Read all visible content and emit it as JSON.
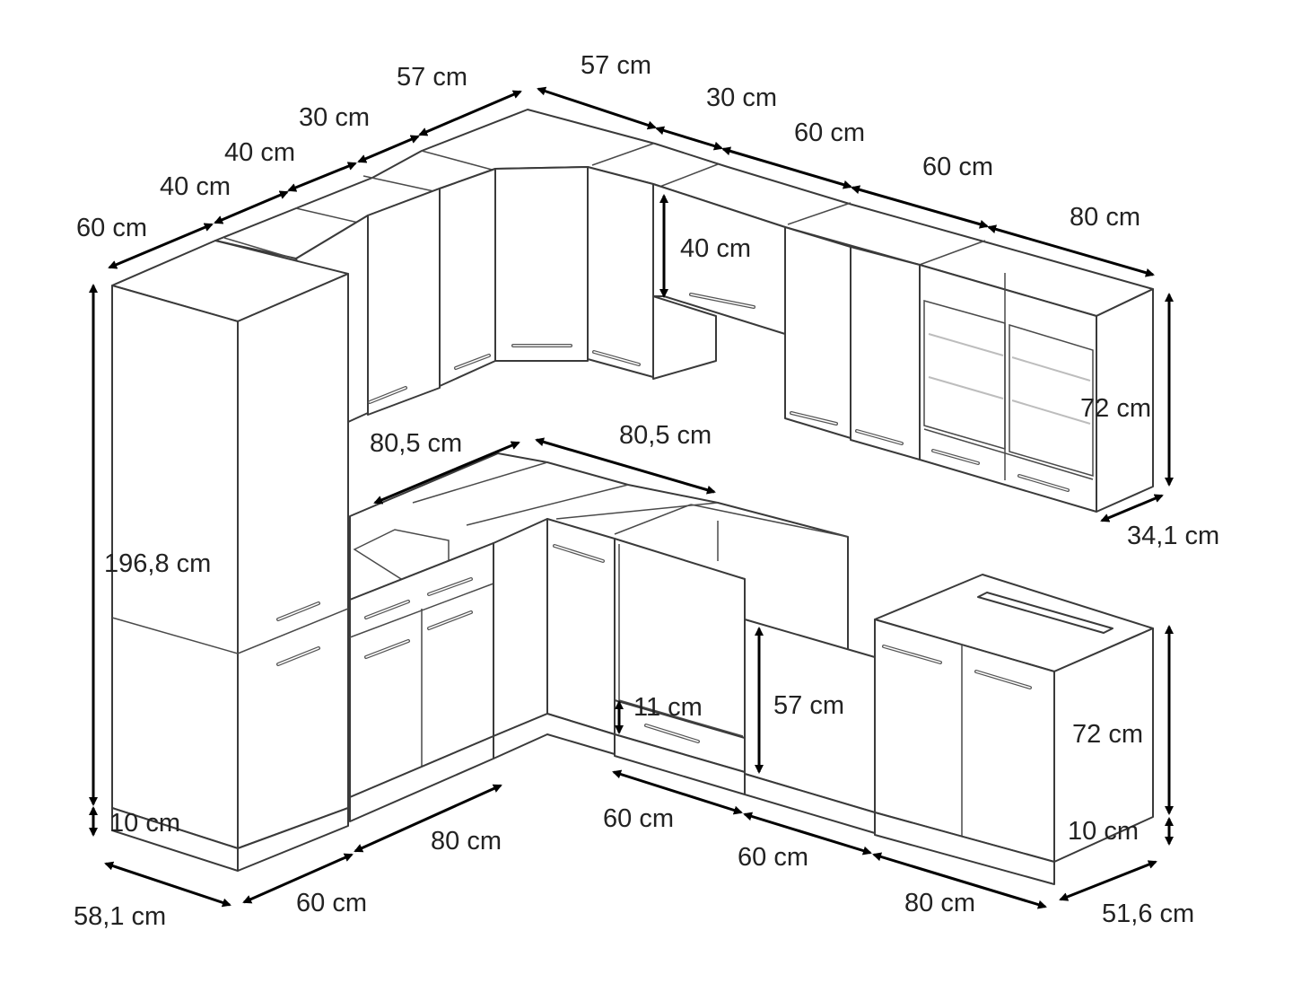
{
  "upper_row": {
    "widths_left": [
      "60 cm",
      "40 cm",
      "40 cm",
      "30 cm",
      "57 cm"
    ],
    "widths_right": [
      "57 cm",
      "30 cm",
      "60 cm",
      "60 cm",
      "80 cm"
    ],
    "hood_height": "40 cm",
    "height": "72 cm",
    "depth": "34,1 cm"
  },
  "tall_cabinet": {
    "height": "196,8 cm",
    "plinth": "10 cm",
    "depth": "58,1 cm"
  },
  "worktop": {
    "left_run": "80,5 cm",
    "right_run": "80,5 cm"
  },
  "lower_row": {
    "widths_left": [
      "60 cm",
      "80 cm"
    ],
    "widths_right": [
      "60 cm",
      "60 cm",
      "80 cm"
    ],
    "oven_drawer_height": "11 cm",
    "oven_niche_height": "57 cm",
    "height": "72 cm",
    "plinth": "10 cm",
    "depth": "51,6 cm"
  },
  "colors": {
    "line": "#3a3a3a",
    "arrow": "#000000",
    "text": "#222222",
    "glass_shelf": "#bdbdbd"
  }
}
